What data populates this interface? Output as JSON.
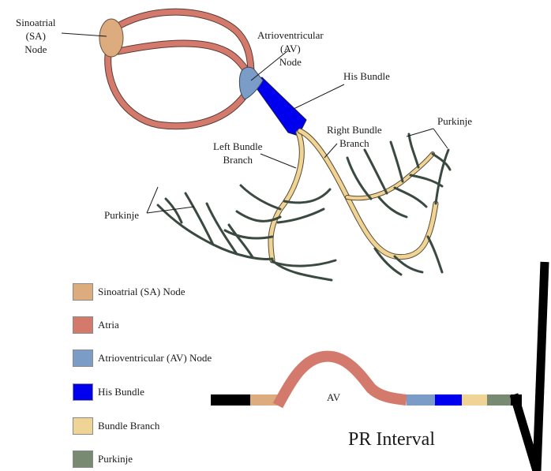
{
  "labels": {
    "sa_node": [
      "Sinoatrial",
      "(SA)",
      "Node"
    ],
    "av_node": [
      "Atrioventricular",
      "(AV)",
      "Node"
    ],
    "his_bundle": "His Bundle",
    "right_bundle": [
      "Right Bundle",
      "Branch"
    ],
    "left_bundle": [
      "Left Bundle",
      "Branch"
    ],
    "purkinje_right": "Purkinje",
    "purkinje_left": "Purkinje"
  },
  "legend": [
    {
      "label": "Sinoatrial (SA) Node",
      "color": "#dcab7e"
    },
    {
      "label": "Atria",
      "color": "#d47a6c"
    },
    {
      "label": "Atrioventricular (AV) Node",
      "color": "#7a9cc6"
    },
    {
      "label": "His Bundle",
      "color": "#0000ee"
    },
    {
      "label": "Bundle Branch",
      "color": "#f0d495"
    },
    {
      "label": "Purkinje",
      "color": "#798a72"
    }
  ],
  "ecg": {
    "title": "PR Interval",
    "segment_label": "AV"
  },
  "colors": {
    "sa": "#dcab7e",
    "atria": "#d47a6c",
    "av": "#7a9cc6",
    "his": "#0000ee",
    "bundle": "#f0d495",
    "purkinje": "#798a72",
    "outline": "#3a4a40",
    "black": "#000000"
  }
}
